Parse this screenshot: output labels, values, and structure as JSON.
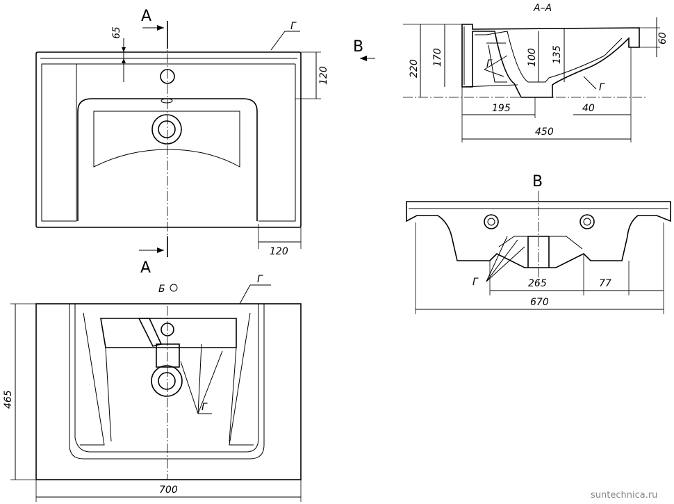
{
  "drawing": {
    "plan_view": {
      "section_mark_top": "A",
      "section_mark_bottom": "A",
      "view_arrow": "B",
      "dim_rim_offset": "65",
      "dim_side_depth": "120",
      "dim_bottom_corner": "120",
      "callout": "Г"
    },
    "section_view": {
      "title": "A–A",
      "dim_total_height": "220",
      "dim_body_height": "170",
      "dim_bowl_depth_1": "100",
      "dim_bowl_depth_2": "135",
      "dim_rim_height": "60",
      "dim_drain_offset": "195",
      "dim_front_overhang": "40",
      "dim_total_depth": "450",
      "callout": "Г"
    },
    "front_view": {
      "title": "B",
      "dim_drain_width": "265",
      "dim_edge": "77",
      "dim_body_width": "670",
      "callout": "Г"
    },
    "bottom_view": {
      "mark": "Б",
      "dim_depth": "465",
      "dim_width": "700",
      "callout": "Г"
    },
    "watermark": "suntechnica.ru"
  }
}
